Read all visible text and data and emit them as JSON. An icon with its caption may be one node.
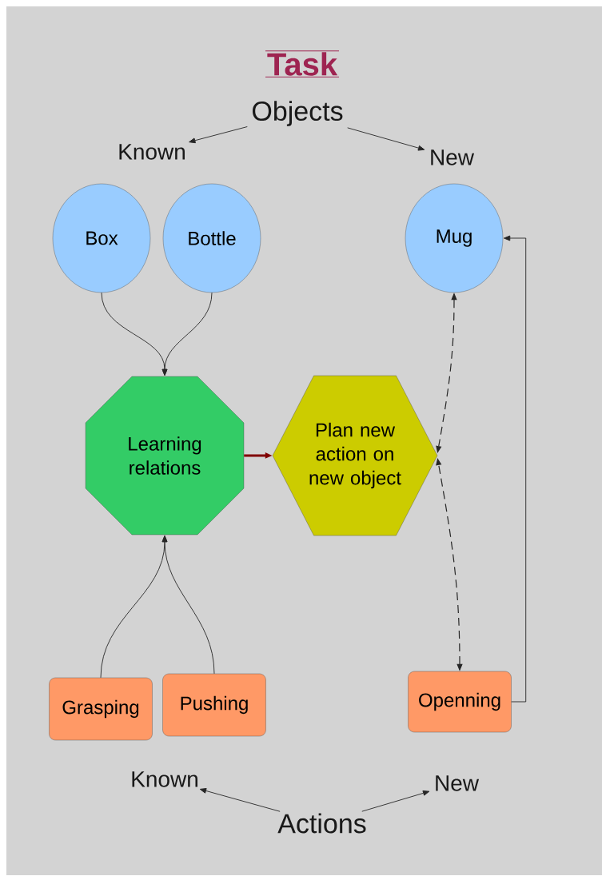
{
  "diagram": {
    "title": "Task",
    "nodes": [
      {
        "text": [
          "Objects"
        ]
      },
      {
        "text": [
          "Known"
        ]
      },
      {
        "text": [
          "New"
        ]
      },
      {
        "text": [
          "Box"
        ]
      },
      {
        "text": [
          "Bottle"
        ]
      },
      {
        "text": [
          "Mug"
        ]
      },
      {
        "text": [
          "Learning relations"
        ]
      },
      {
        "text": [
          "Plan new action on new object"
        ]
      },
      {
        "text": [
          "Grasping"
        ]
      },
      {
        "text": [
          "Pushing"
        ]
      },
      {
        "text": [
          "Openning"
        ]
      },
      {
        "text": [
          "Actions"
        ]
      },
      {
        "text": [
          "Known"
        ]
      },
      {
        "text": [
          "New"
        ]
      }
    ],
    "edges": [
      {
        "from": 0,
        "to": 1,
        "arrow": "to"
      },
      {
        "from": 0,
        "to": 2,
        "arrow": "to"
      },
      {
        "from": 3,
        "to": 6,
        "arrow": "to"
      },
      {
        "from": 4,
        "to": 6,
        "arrow": "to"
      },
      {
        "from": 6,
        "to": 7,
        "arrow": "to",
        "style": "thick",
        "color": "#800000"
      },
      {
        "from": 5,
        "to": 7,
        "arrow": "both",
        "style": "dashed"
      },
      {
        "from": 10,
        "to": 7,
        "arrow": "both",
        "style": "dashed"
      },
      {
        "from": 10,
        "to": 5,
        "arrow": "to"
      },
      {
        "from": 8,
        "to": 6,
        "arrow": "to"
      },
      {
        "from": 9,
        "to": 6,
        "arrow": "to"
      },
      {
        "from": 11,
        "to": 12,
        "arrow": "to"
      },
      {
        "from": 11,
        "to": 13,
        "arrow": "to"
      }
    ]
  }
}
